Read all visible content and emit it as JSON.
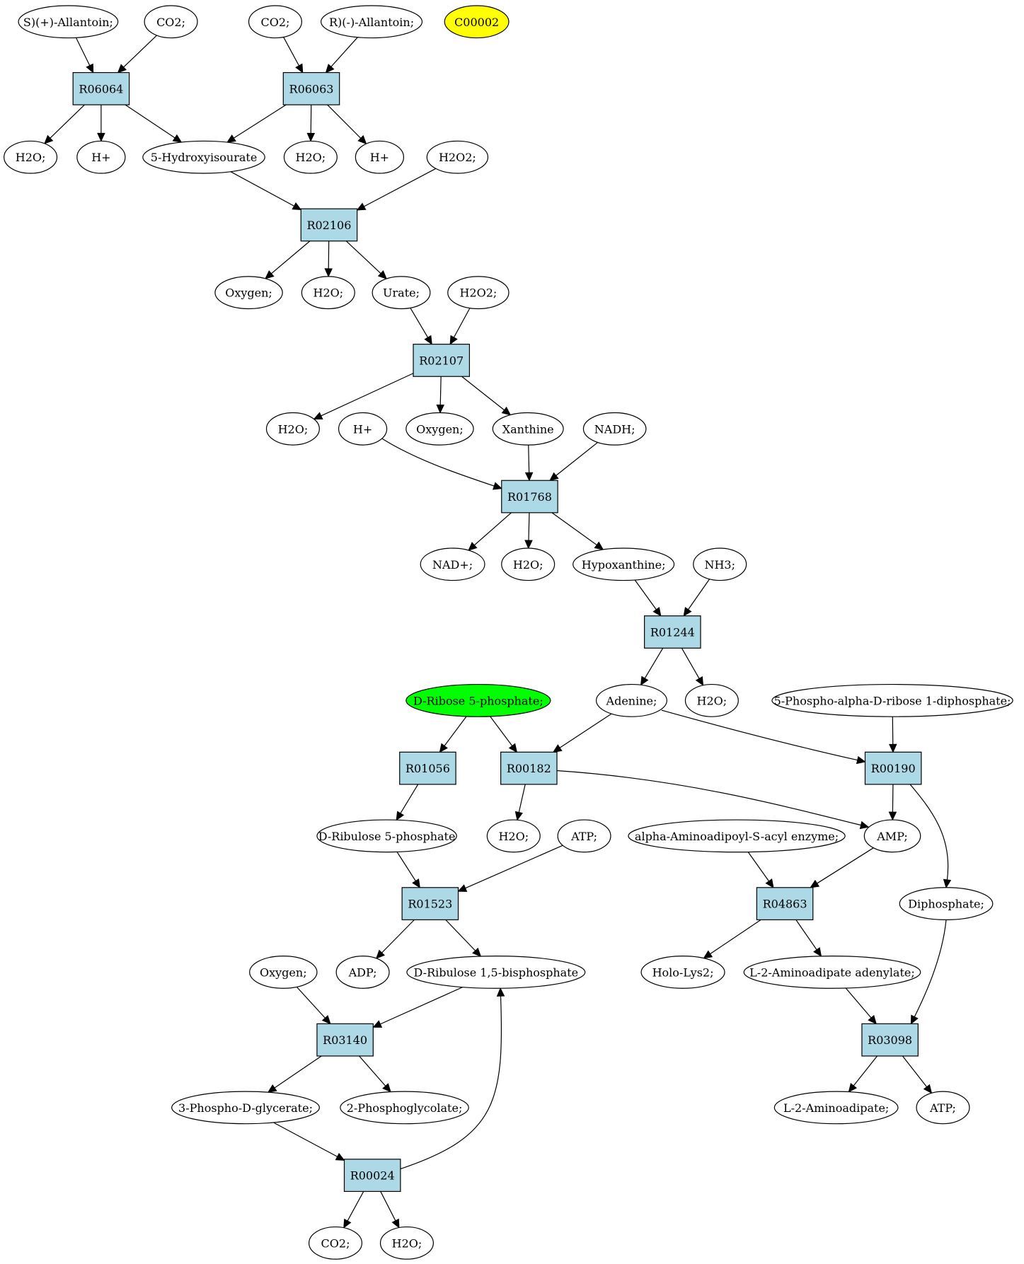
{
  "colors": {
    "reaction_fill": "#add8e6",
    "compound_fill": "#ffffff",
    "highlight_yellow": "#ffff00",
    "highlight_green": "#00ff00",
    "stroke": "#000000"
  },
  "nodes": [
    {
      "id": "s_allantoin",
      "label": "S)(+)-Allantoin;",
      "kind": "compound"
    },
    {
      "id": "co2_a",
      "label": "CO2;",
      "kind": "compound"
    },
    {
      "id": "co2_b",
      "label": "CO2;",
      "kind": "compound"
    },
    {
      "id": "r_allantoin",
      "label": "R)(-)-Allantoin;",
      "kind": "compound"
    },
    {
      "id": "c00002",
      "label": "C00002",
      "kind": "compound",
      "fill": "highlight_yellow"
    },
    {
      "id": "R06064",
      "label": "R06064",
      "kind": "reaction"
    },
    {
      "id": "R06063",
      "label": "R06063",
      "kind": "reaction"
    },
    {
      "id": "h2o_1",
      "label": "H2O;",
      "kind": "compound"
    },
    {
      "id": "hplus_1",
      "label": "H+",
      "kind": "compound"
    },
    {
      "id": "hydroxyisourate",
      "label": "5-Hydroxyisourate",
      "kind": "compound"
    },
    {
      "id": "h2o_2",
      "label": "H2O;",
      "kind": "compound"
    },
    {
      "id": "hplus_2",
      "label": "H+",
      "kind": "compound"
    },
    {
      "id": "h2o2_1",
      "label": "H2O2;",
      "kind": "compound"
    },
    {
      "id": "R02106",
      "label": "R02106",
      "kind": "reaction"
    },
    {
      "id": "oxygen_1",
      "label": "Oxygen;",
      "kind": "compound"
    },
    {
      "id": "h2o_3",
      "label": "H2O;",
      "kind": "compound"
    },
    {
      "id": "urate",
      "label": "Urate;",
      "kind": "compound"
    },
    {
      "id": "h2o2_2",
      "label": "H2O2;",
      "kind": "compound"
    },
    {
      "id": "R02107",
      "label": "R02107",
      "kind": "reaction"
    },
    {
      "id": "h2o_4",
      "label": "H2O;",
      "kind": "compound"
    },
    {
      "id": "hplus_3",
      "label": "H+",
      "kind": "compound"
    },
    {
      "id": "oxygen_2",
      "label": "Oxygen;",
      "kind": "compound"
    },
    {
      "id": "xanthine",
      "label": "Xanthine",
      "kind": "compound"
    },
    {
      "id": "nadh",
      "label": "NADH;",
      "kind": "compound"
    },
    {
      "id": "R01768",
      "label": "R01768",
      "kind": "reaction"
    },
    {
      "id": "nadplus",
      "label": "NAD+;",
      "kind": "compound"
    },
    {
      "id": "h2o_5",
      "label": "H2O;",
      "kind": "compound"
    },
    {
      "id": "hypoxanthine",
      "label": "Hypoxanthine;",
      "kind": "compound"
    },
    {
      "id": "nh3",
      "label": "NH3;",
      "kind": "compound"
    },
    {
      "id": "R01244",
      "label": "R01244",
      "kind": "reaction"
    },
    {
      "id": "ribose5p",
      "label": "D-Ribose 5-phosphate;",
      "kind": "compound",
      "fill": "highlight_green"
    },
    {
      "id": "adenine",
      "label": "Adenine;",
      "kind": "compound"
    },
    {
      "id": "h2o_6",
      "label": "H2O;",
      "kind": "compound"
    },
    {
      "id": "prpp",
      "label": "5-Phospho-alpha-D-ribose 1-diphosphate;",
      "kind": "compound"
    },
    {
      "id": "R01056",
      "label": "R01056",
      "kind": "reaction"
    },
    {
      "id": "R00182",
      "label": "R00182",
      "kind": "reaction"
    },
    {
      "id": "R00190",
      "label": "R00190",
      "kind": "reaction"
    },
    {
      "id": "ribulose5p",
      "label": "D-Ribulose 5-phosphate",
      "kind": "compound"
    },
    {
      "id": "h2o_7",
      "label": "H2O;",
      "kind": "compound"
    },
    {
      "id": "atp_1",
      "label": "ATP;",
      "kind": "compound"
    },
    {
      "id": "aminoadipoyl",
      "label": "alpha-Aminoadipoyl-S-acyl enzyme;",
      "kind": "compound"
    },
    {
      "id": "amp",
      "label": "AMP;",
      "kind": "compound"
    },
    {
      "id": "R01523",
      "label": "R01523",
      "kind": "reaction"
    },
    {
      "id": "R04863",
      "label": "R04863",
      "kind": "reaction"
    },
    {
      "id": "diphosphate",
      "label": "Diphosphate;",
      "kind": "compound"
    },
    {
      "id": "oxygen_3",
      "label": "Oxygen;",
      "kind": "compound"
    },
    {
      "id": "adp",
      "label": "ADP;",
      "kind": "compound"
    },
    {
      "id": "rubp",
      "label": "D-Ribulose 1,5-bisphosphate",
      "kind": "compound"
    },
    {
      "id": "holo_lys2",
      "label": "Holo-Lys2;",
      "kind": "compound"
    },
    {
      "id": "aminoadipate_adenylate",
      "label": "L-2-Aminoadipate adenylate;",
      "kind": "compound"
    },
    {
      "id": "R03140",
      "label": "R03140",
      "kind": "reaction"
    },
    {
      "id": "R03098",
      "label": "R03098",
      "kind": "reaction"
    },
    {
      "id": "phosphoglycerate",
      "label": "3-Phospho-D-glycerate;",
      "kind": "compound"
    },
    {
      "id": "phosphoglycolate",
      "label": "2-Phosphoglycolate;",
      "kind": "compound"
    },
    {
      "id": "aminoadipate",
      "label": "L-2-Aminoadipate;",
      "kind": "compound"
    },
    {
      "id": "atp_2",
      "label": "ATP;",
      "kind": "compound"
    },
    {
      "id": "R00024",
      "label": "R00024",
      "kind": "reaction"
    },
    {
      "id": "co2_c",
      "label": "CO2;",
      "kind": "compound"
    },
    {
      "id": "h2o_8",
      "label": "H2O;",
      "kind": "compound"
    }
  ],
  "edges": [
    {
      "from": "s_allantoin",
      "to": "R06064"
    },
    {
      "from": "co2_a",
      "to": "R06064"
    },
    {
      "from": "co2_b",
      "to": "R06063"
    },
    {
      "from": "r_allantoin",
      "to": "R06063"
    },
    {
      "from": "R06064",
      "to": "h2o_1"
    },
    {
      "from": "R06064",
      "to": "hplus_1"
    },
    {
      "from": "R06064",
      "to": "hydroxyisourate"
    },
    {
      "from": "R06063",
      "to": "hydroxyisourate"
    },
    {
      "from": "R06063",
      "to": "h2o_2"
    },
    {
      "from": "R06063",
      "to": "hplus_2"
    },
    {
      "from": "hydroxyisourate",
      "to": "R02106"
    },
    {
      "from": "h2o2_1",
      "to": "R02106"
    },
    {
      "from": "R02106",
      "to": "oxygen_1"
    },
    {
      "from": "R02106",
      "to": "h2o_3"
    },
    {
      "from": "R02106",
      "to": "urate"
    },
    {
      "from": "urate",
      "to": "R02107"
    },
    {
      "from": "h2o2_2",
      "to": "R02107"
    },
    {
      "from": "R02107",
      "to": "h2o_4"
    },
    {
      "from": "R02107",
      "to": "oxygen_2"
    },
    {
      "from": "R02107",
      "to": "xanthine"
    },
    {
      "from": "hplus_3",
      "to": "R01768"
    },
    {
      "from": "xanthine",
      "to": "R01768"
    },
    {
      "from": "nadh",
      "to": "R01768"
    },
    {
      "from": "R01768",
      "to": "nadplus"
    },
    {
      "from": "R01768",
      "to": "h2o_5"
    },
    {
      "from": "R01768",
      "to": "hypoxanthine"
    },
    {
      "from": "hypoxanthine",
      "to": "R01244"
    },
    {
      "from": "nh3",
      "to": "R01244"
    },
    {
      "from": "R01244",
      "to": "adenine"
    },
    {
      "from": "R01244",
      "to": "h2o_6"
    },
    {
      "from": "ribose5p",
      "to": "R01056"
    },
    {
      "from": "ribose5p",
      "to": "R00182"
    },
    {
      "from": "adenine",
      "to": "R00182"
    },
    {
      "from": "adenine",
      "to": "R00190"
    },
    {
      "from": "prpp",
      "to": "R00190"
    },
    {
      "from": "R01056",
      "to": "ribulose5p"
    },
    {
      "from": "R00182",
      "to": "h2o_7"
    },
    {
      "from": "R00182",
      "to": "amp"
    },
    {
      "from": "R00190",
      "to": "amp"
    },
    {
      "from": "R00190",
      "to": "diphosphate"
    },
    {
      "from": "ribulose5p",
      "to": "R01523"
    },
    {
      "from": "atp_1",
      "to": "R01523"
    },
    {
      "from": "aminoadipoyl",
      "to": "R04863"
    },
    {
      "from": "amp",
      "to": "R04863"
    },
    {
      "from": "R01523",
      "to": "adp"
    },
    {
      "from": "R01523",
      "to": "rubp"
    },
    {
      "from": "R04863",
      "to": "holo_lys2"
    },
    {
      "from": "R04863",
      "to": "aminoadipate_adenylate"
    },
    {
      "from": "oxygen_3",
      "to": "R03140"
    },
    {
      "from": "rubp",
      "to": "R03140"
    },
    {
      "from": "aminoadipate_adenylate",
      "to": "R03098"
    },
    {
      "from": "diphosphate",
      "to": "R03098"
    },
    {
      "from": "R03140",
      "to": "phosphoglycerate"
    },
    {
      "from": "R03140",
      "to": "phosphoglycolate"
    },
    {
      "from": "R03098",
      "to": "aminoadipate"
    },
    {
      "from": "R03098",
      "to": "atp_2"
    },
    {
      "from": "phosphoglycerate",
      "to": "R00024"
    },
    {
      "from": "R00024",
      "to": "co2_c"
    },
    {
      "from": "R00024",
      "to": "h2o_8"
    },
    {
      "from": "R00024",
      "to": "rubp"
    }
  ]
}
